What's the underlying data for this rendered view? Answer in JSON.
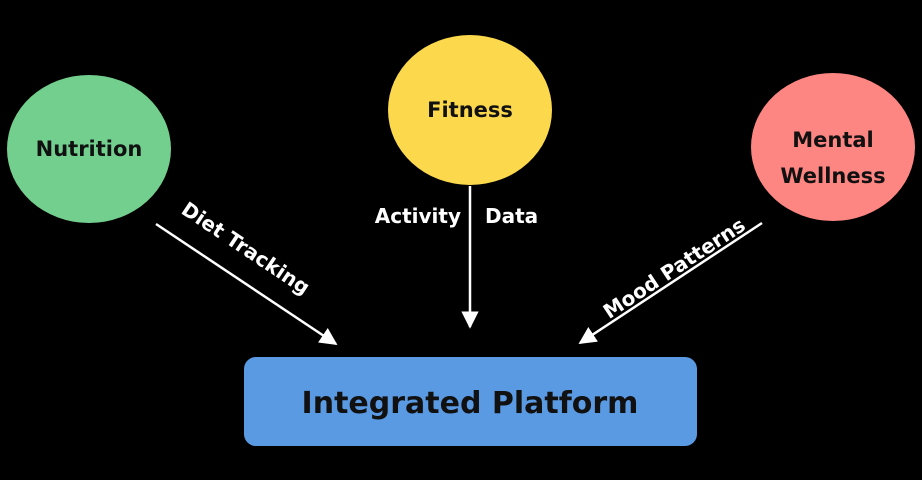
{
  "nodes": {
    "nutrition": {
      "label": "Nutrition",
      "color": "#72cf8e"
    },
    "fitness": {
      "label": "Fitness",
      "color": "#fcd94c"
    },
    "mental_wellness": {
      "label_line1": "Mental",
      "label_line2": "Wellness",
      "color": "#fd8582"
    },
    "platform": {
      "label": "Integrated Platform",
      "color": "#5a9ae3"
    }
  },
  "edges": {
    "diet": {
      "label": "Diet Tracking",
      "from": "Nutrition",
      "to": "Integrated Platform"
    },
    "activity": {
      "label_left": "Activity",
      "label_right": "Data",
      "from": "Fitness",
      "to": "Integrated Platform"
    },
    "mood": {
      "label": "Mood Patterns",
      "from": "Mental Wellness",
      "to": "Integrated Platform"
    }
  },
  "colors": {
    "background": "#000000",
    "edge": "#ffffff"
  }
}
